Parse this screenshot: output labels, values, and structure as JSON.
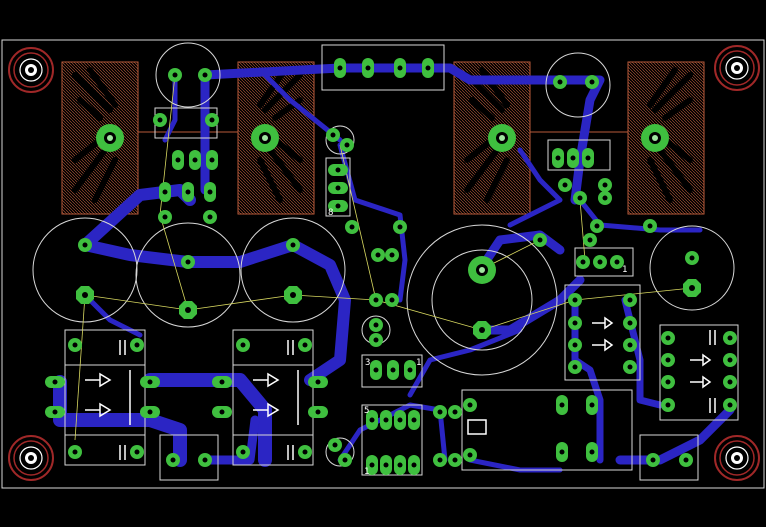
{
  "palette": {
    "background": "#000000",
    "outline": "#d8d8d8",
    "copper_bottom": "#2b25c4",
    "pad": "#3fbf3f",
    "pad_hole": "#9fe59f",
    "heatsink": "#b85a3a",
    "silk": "#ffffff",
    "airwire": "#d8d860",
    "mount": "#a02828"
  },
  "labels": {
    "ic_pin1_left": "1",
    "ic_pin5_left": "5",
    "reg_pin3": "3",
    "reg_pin1": "1",
    "connector_pin8": "8",
    "connector_pin1": "1"
  }
}
